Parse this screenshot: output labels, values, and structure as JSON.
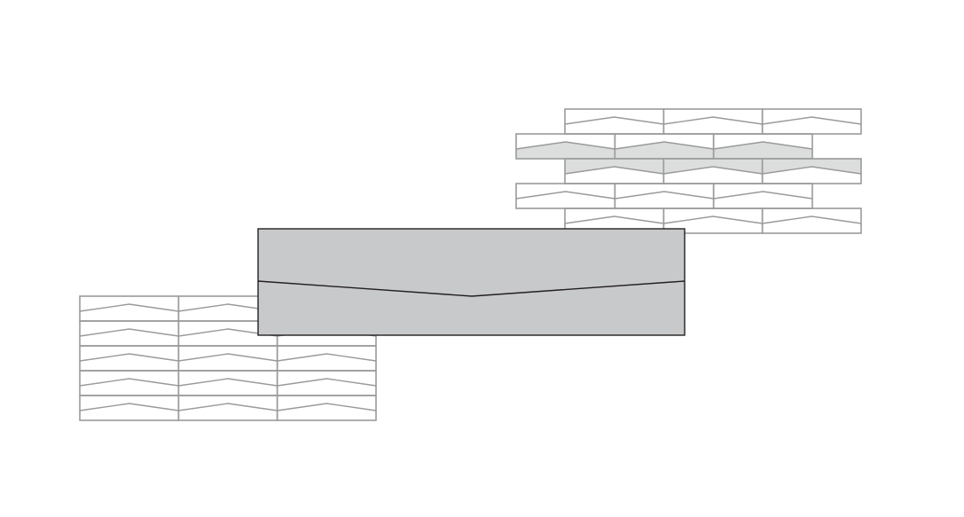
{
  "diagram": {
    "description_visible_text": "",
    "patterns": [
      {
        "name": "offset-brick-pattern-top-right",
        "rows": 5,
        "bricks_per_row": 3,
        "shaded_band_rows": [
          1,
          2
        ]
      },
      {
        "name": "stacked-brick-pattern-bottom-left",
        "rows": 5,
        "bricks_per_row": 3
      }
    ],
    "main_block": {
      "name": "enlarged-brick-detail"
    }
  },
  "colors": {
    "outline": "#9a9a9a",
    "shade": "#dcdddd",
    "block_fill": "#c8c9cb",
    "block_stroke": "#231f20",
    "background": "#ffffff"
  }
}
